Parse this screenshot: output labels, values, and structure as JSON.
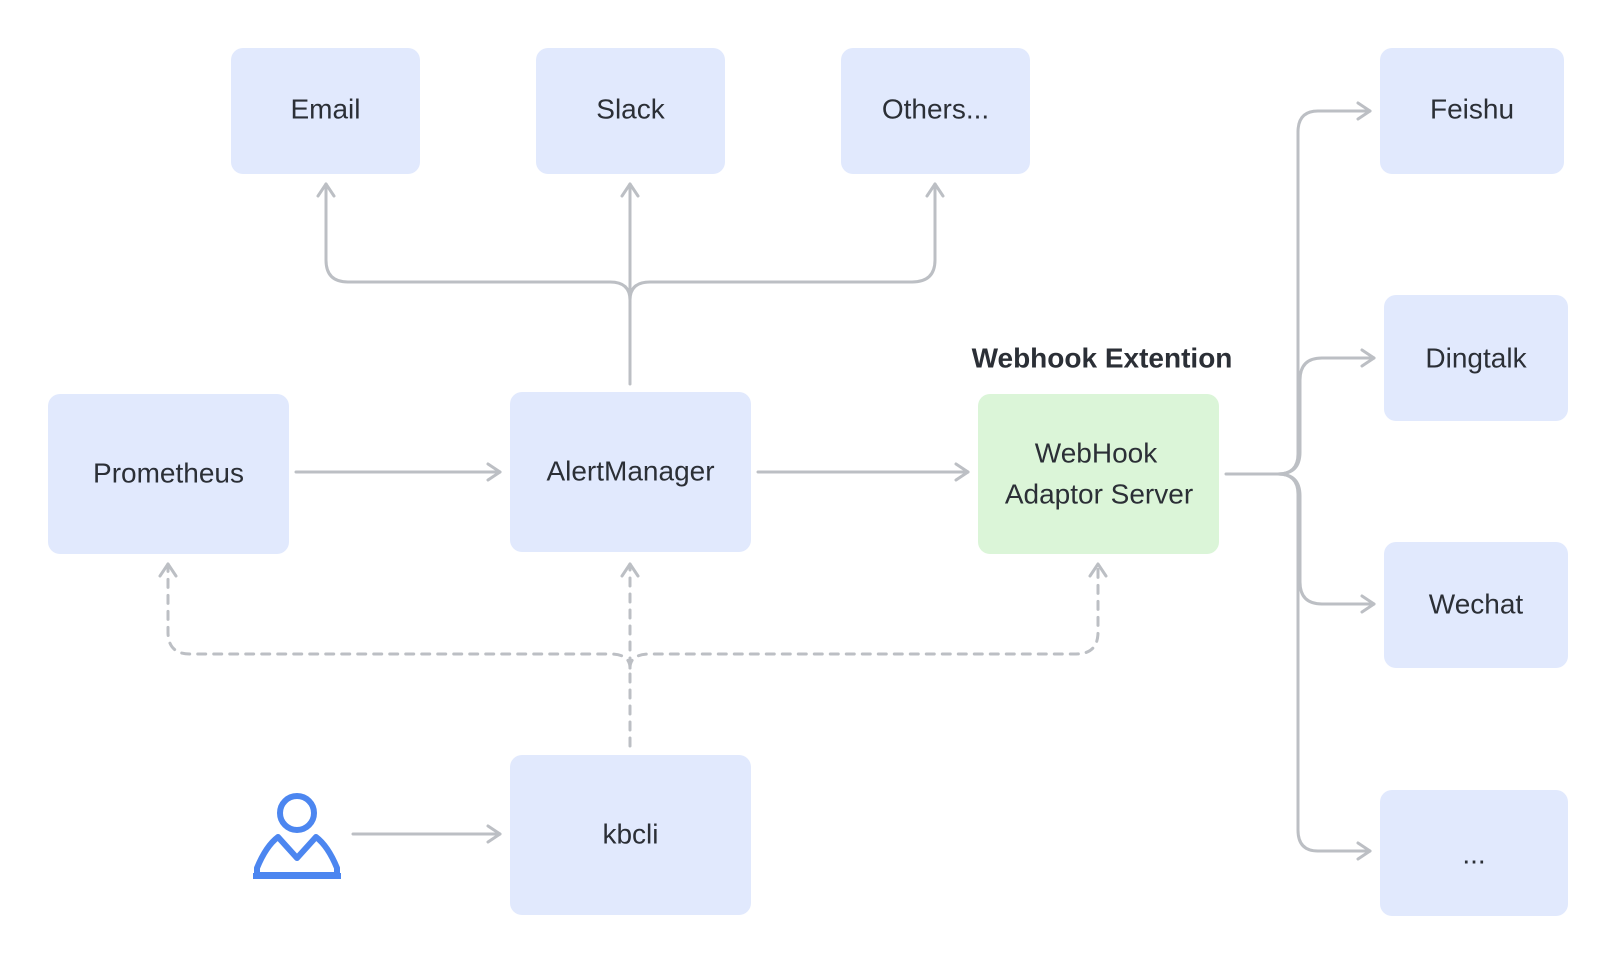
{
  "colors": {
    "node_fill": "#e1e9fd",
    "highlight_fill": "#dbf5d8",
    "edge": "#bcbfc4",
    "text": "#2b2f36",
    "user_icon": "#4c86f0"
  },
  "group_label": "Webhook Extention",
  "nodes": {
    "email": "Email",
    "slack": "Slack",
    "others": "Others...",
    "prometheus": "Prometheus",
    "alertmanager": "AlertManager",
    "webhook_line1": "WebHook",
    "webhook_line2": "Adaptor Server",
    "kbcli": "kbcli",
    "feishu": "Feishu",
    "dingtalk": "Dingtalk",
    "wechat": "Wechat",
    "more": "..."
  },
  "icons": {
    "user": "user-icon"
  }
}
